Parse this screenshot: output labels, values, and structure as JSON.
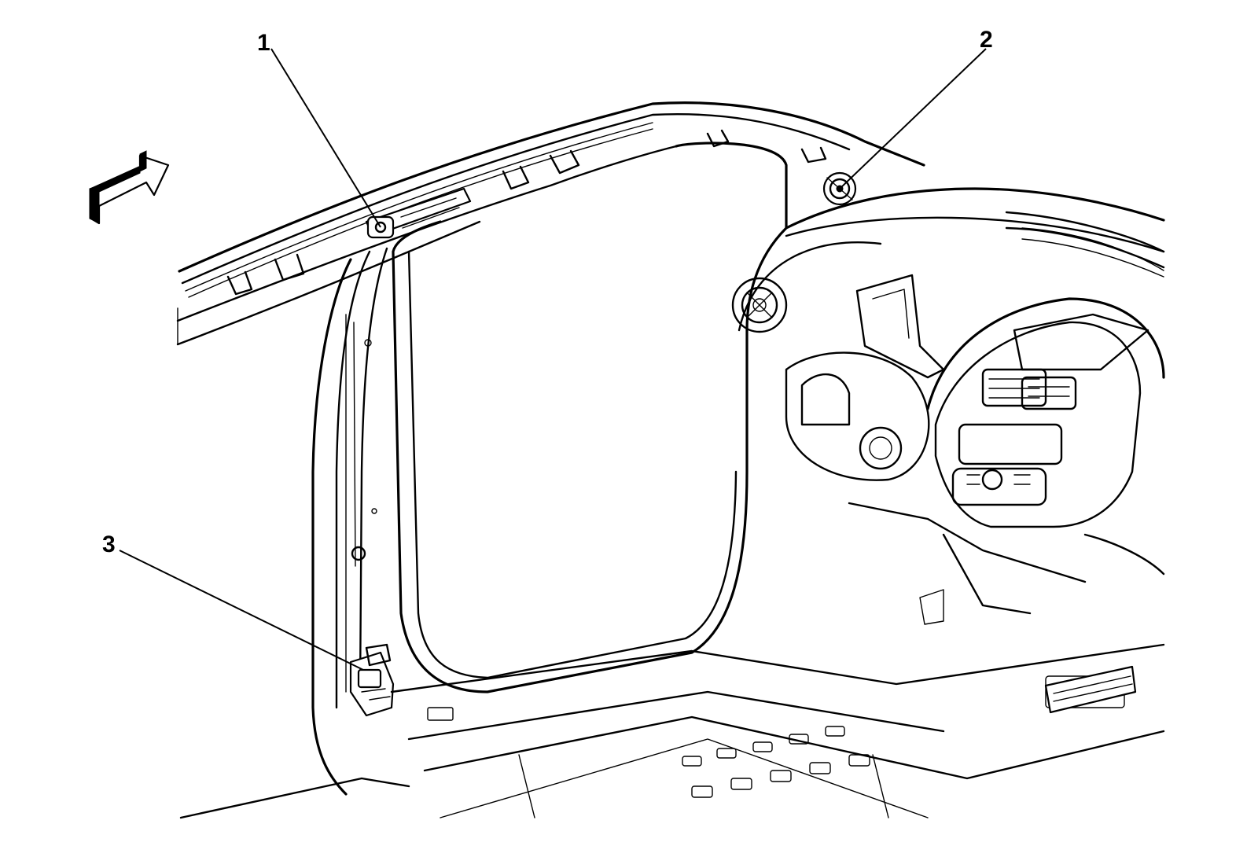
{
  "callouts": [
    {
      "number": "1",
      "target": "roof-rail-airbag"
    },
    {
      "number": "2",
      "target": "instrument-panel-end-component"
    },
    {
      "number": "3",
      "target": "lower-pillar-connector"
    }
  ],
  "icons": {
    "view_direction": "view-direction-arrow-icon"
  },
  "colors": {
    "line": "#000000",
    "background": "#ffffff"
  }
}
